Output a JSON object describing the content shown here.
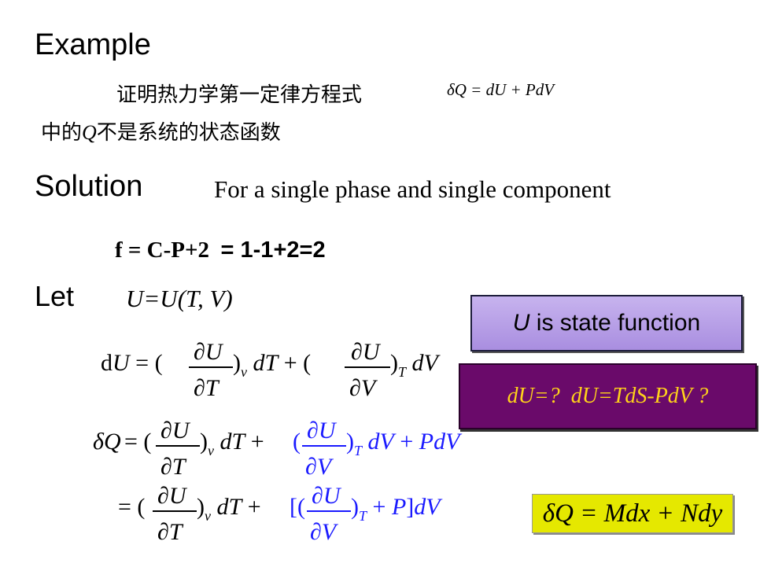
{
  "slide": {
    "heading": "Example",
    "problem_cn_line1": "证明热力学第一定律方程式",
    "first_law_eq": "δQ = dU + PdV",
    "problem_cn_line2_a": "中的",
    "problem_cn_line2_q": "Q",
    "problem_cn_line2_b": "不是系统的状态函数",
    "solution_heading": "Solution",
    "solution_text": "For a single phase and single component",
    "phase_rule": "f = C-P+2",
    "phase_rule_result": "= 1-1+2=2",
    "let_label": "Let",
    "u_function": "U=U(T, V)"
  },
  "callouts": {
    "state_u": "U",
    "state_rest": " is state function",
    "du_question": "dU=?  dU=TdS-PdV ?",
    "mdx": "δQ = Mdx + Ndy"
  },
  "equations": {
    "du": "dU = (∂U/∂T)v dT + (∂U/∂V)T dV",
    "dq1": "δQ = (∂U/∂T)v dT + (∂U/∂V)T dV + PdV",
    "dq2": "= (∂U/∂T)v dT + [(∂U/∂V)T + P]dV"
  },
  "colors": {
    "blue_terms": "#1a1aff",
    "purple_box": "#b39be6",
    "dark_box": "#6a0a6a",
    "yellow_text": "#ffd21a",
    "yellow_box": "#e5e800"
  }
}
